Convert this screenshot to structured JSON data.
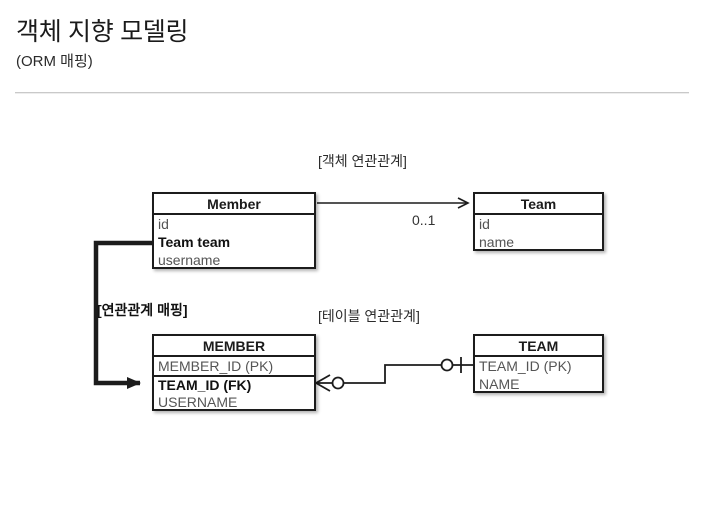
{
  "slide": {
    "title": "객체 지향 모델링",
    "subtitle": "(ORM 매핑)"
  },
  "diagram": {
    "type": "orm-mapping-diagram",
    "labels": {
      "object_relation": "[객체 연관관계]",
      "table_relation": "[테이블 연관관계]",
      "relation_mapping": "[연관관계 매핑]",
      "multiplicity": "0..1"
    },
    "boxes": [
      {
        "id": "member-class",
        "kind": "class",
        "title": "Member",
        "fields": [
          {
            "text": "id",
            "bold": false,
            "separator": false
          },
          {
            "text": "Team team",
            "bold": true,
            "separator": false
          },
          {
            "text": "username",
            "bold": false,
            "separator": false
          }
        ]
      },
      {
        "id": "team-class",
        "kind": "class",
        "title": "Team",
        "fields": [
          {
            "text": "id",
            "bold": false,
            "separator": false
          },
          {
            "text": "name",
            "bold": false,
            "separator": false
          }
        ]
      },
      {
        "id": "member-table",
        "kind": "table",
        "title": "MEMBER",
        "fields": [
          {
            "text": "MEMBER_ID (PK)",
            "bold": false,
            "separator": false
          },
          {
            "text": "TEAM_ID (FK)",
            "bold": true,
            "separator": true
          },
          {
            "text": "USERNAME",
            "bold": false,
            "separator": false
          }
        ]
      },
      {
        "id": "team-table",
        "kind": "table",
        "title": "TEAM",
        "fields": [
          {
            "text": "TEAM_ID (PK)",
            "bold": false,
            "separator": false
          },
          {
            "text": "NAME",
            "bold": false,
            "separator": false
          }
        ]
      }
    ],
    "connectors": [
      {
        "id": "object-association",
        "from": "member-class",
        "to": "team-class",
        "style": "uml-arrow",
        "label": "0..1"
      },
      {
        "id": "table-association",
        "from": "member-table",
        "to": "team-table",
        "style": "crows-foot"
      },
      {
        "id": "mapping-link",
        "from": "member-class.Team team",
        "to": "member-table.TEAM_ID (FK)",
        "style": "thick-arrow"
      }
    ],
    "colors": {
      "line": "#1c1c1c",
      "box_border": "#1c1c1c",
      "box_fill": "#ffffff",
      "field_text": "#555555",
      "title_text": "#1a1a1a",
      "divider": "#c9c9c9"
    }
  }
}
